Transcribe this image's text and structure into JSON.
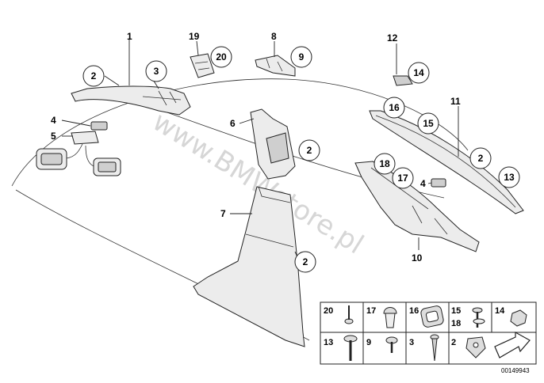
{
  "watermark": "www.BMWstore.pl",
  "reference_code": "00149943",
  "part_labels": [
    "1",
    "2",
    "3",
    "4",
    "5",
    "6",
    "7",
    "8",
    "9",
    "10",
    "11",
    "12",
    "13",
    "14",
    "15",
    "16",
    "17",
    "18",
    "19",
    "20"
  ],
  "legend": {
    "row1": [
      "20",
      "17",
      "16",
      "15",
      "18",
      "14"
    ],
    "row2": [
      "13",
      "9",
      "3",
      "2"
    ]
  },
  "icons": [
    "arrow-icon",
    "clip-icon",
    "screw-icon",
    "rivet-icon"
  ]
}
